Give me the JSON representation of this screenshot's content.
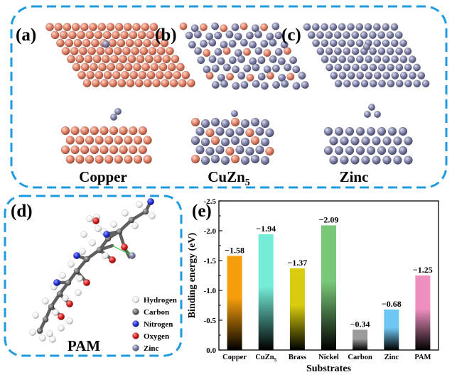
{
  "panels": {
    "a": {
      "label": "(a)",
      "caption": "Copper"
    },
    "b": {
      "label": "(b)",
      "caption_base": "CuZn",
      "caption_sub": "5"
    },
    "c": {
      "label": "(c)",
      "caption": "Zinc"
    },
    "d": {
      "label": "(d)",
      "caption": "PAM"
    },
    "e": {
      "label": "(e)"
    }
  },
  "legend": [
    {
      "label": "Hydrogen",
      "color": "#f2f2f2"
    },
    {
      "label": "Carbon",
      "color": "#707070"
    },
    {
      "label": "Nitrogen",
      "color": "#1f2fd6"
    },
    {
      "label": "Oxygen",
      "color": "#d91b1b"
    },
    {
      "label": "Zinc",
      "color": "#8585a8"
    }
  ],
  "colors": {
    "copper_atom": "#e2836a",
    "zinc_atom": "#7f81a6",
    "frame_dash": "#1e9be0"
  },
  "chart_data": {
    "type": "bar",
    "categories": [
      "Copper",
      "CuZn5",
      "Brass",
      "Nickel",
      "Carbon",
      "Zinc",
      "PAM"
    ],
    "category_labels": [
      {
        "base": "Copper",
        "sub": ""
      },
      {
        "base": "CuZn",
        "sub": "5"
      },
      {
        "base": "Brass",
        "sub": ""
      },
      {
        "base": "Nickel",
        "sub": ""
      },
      {
        "base": "Carbon",
        "sub": ""
      },
      {
        "base": "Zinc",
        "sub": ""
      },
      {
        "base": "PAM",
        "sub": ""
      }
    ],
    "values": [
      -1.58,
      -1.94,
      -1.37,
      -2.09,
      -0.34,
      -0.68,
      -1.25
    ],
    "value_labels": [
      "−1.58",
      "−1.94",
      "−1.37",
      "−2.09",
      "−0.34",
      "−0.68",
      "−1.25"
    ],
    "colors": [
      "#f59d0a",
      "#74ecd8",
      "#d9cc0f",
      "#78c878",
      "#9b9b9b",
      "#6ec7f2",
      "#ef8fbf"
    ],
    "xlabel": "Substrates",
    "ylabel": "Binding energy (eV)",
    "ylim": [
      0,
      -2.5
    ],
    "yticks": [
      0,
      -0.5,
      -1.0,
      -1.5,
      -2.0,
      -2.5
    ],
    "ytick_labels": [
      "0.0",
      "-0.5",
      "-1.0",
      "-1.5",
      "-2.0",
      "-2.5"
    ],
    "grid": false
  }
}
